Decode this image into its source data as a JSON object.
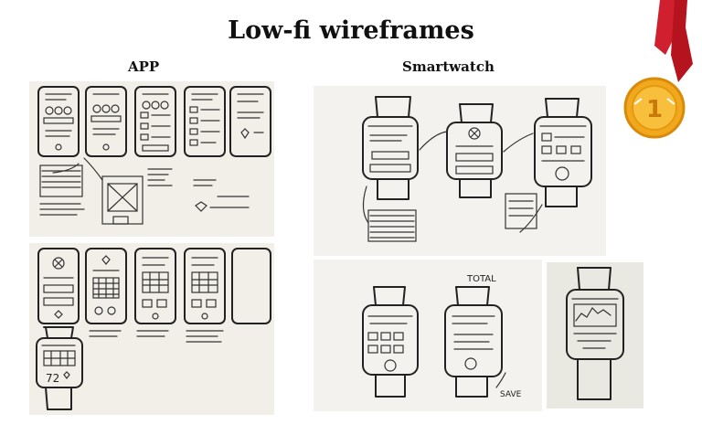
{
  "slide": {
    "title": "Low-fi wireframes",
    "app_label": "APP",
    "watch_label": "Smartwatch"
  },
  "sketch_notes": {
    "app_watch_reading": "72",
    "watch_total": "TOTAL",
    "watch_save": "SAVE"
  },
  "colors": {
    "medal_gold": "#f2a81c",
    "ribbon_red": "#d01f2f",
    "paper": "#f1efe8"
  },
  "icons": [
    "medal-icon",
    "ribbon-icon"
  ]
}
